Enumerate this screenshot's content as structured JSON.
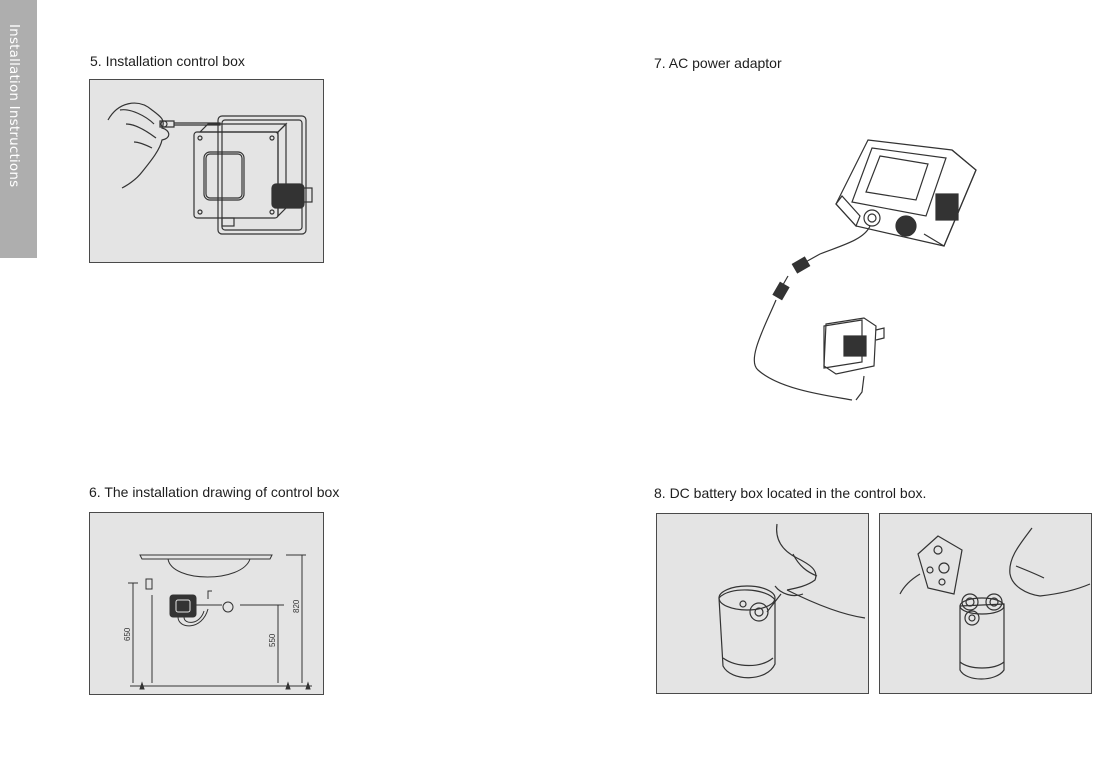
{
  "side_tab": {
    "label": "Installation Instructions"
  },
  "sections": {
    "s5": {
      "title": "5. Installation control box"
    },
    "s6": {
      "title": "6. The installation drawing of control box",
      "dimensions": {
        "left_height": "650",
        "inner_height": "550",
        "total_height": "820"
      }
    },
    "s7": {
      "title": "7. AC power adaptor"
    },
    "s8": {
      "title": "8. DC battery box located in the control box."
    }
  },
  "colors": {
    "tab_gray": "#aeaeae",
    "figure_bg": "#e4e4e4",
    "line": "#333333"
  }
}
